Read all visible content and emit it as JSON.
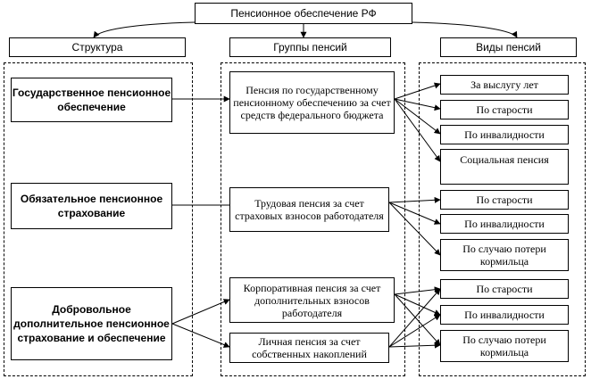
{
  "title": "Пенсионное обеспечение  РФ",
  "headers": {
    "structure": "Структура",
    "groups": "Группы пенсий",
    "types": "Виды пенсий"
  },
  "structure": [
    "Государственное пенсионное обеспечение",
    "Обязательное пенсионное страхование",
    "Добровольное дополнительное пенсионное страхование и обеспечение"
  ],
  "groups": [
    "Пенсия по государственному пенсионному обеспечению за счет средств федерального бюджета",
    "Трудовая пенсия за счет страховых взносов работодателя",
    "Корпоративная пенсия за счет дополнительных взносов работодателя",
    "Личная пенсия за счет собственных накоплений"
  ],
  "types": {
    "group1": [
      "За выслугу лет",
      "По старости",
      "По инвалидности",
      "Социальная пенсия"
    ],
    "group2": [
      "По старости",
      "По инвалидности",
      "По случаю потери кормильца"
    ],
    "group3": [
      "По старости",
      "По инвалидности",
      "По случаю потери кормильца"
    ]
  }
}
